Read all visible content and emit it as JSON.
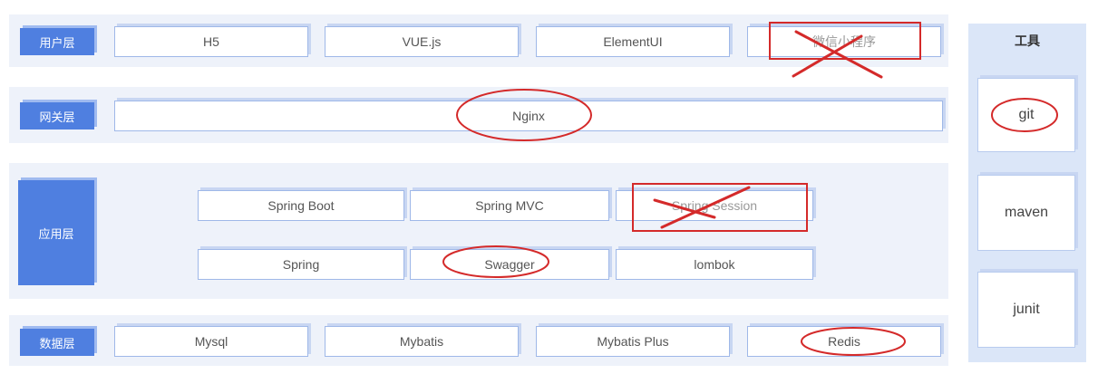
{
  "layers": {
    "user": {
      "label": "用户层",
      "items": [
        "H5",
        "VUE.js",
        "ElementUI",
        "微信小程序"
      ]
    },
    "gateway": {
      "label": "网关层",
      "items": [
        "Nginx"
      ]
    },
    "app": {
      "label": "应用层",
      "items": [
        "Spring Boot",
        "Spring MVC",
        "Spring Session",
        "Spring",
        "Swagger",
        "lombok"
      ]
    },
    "data": {
      "label": "数据层",
      "items": [
        "Mysql",
        "Mybatis",
        "Mybatis Plus",
        "Redis"
      ]
    }
  },
  "tools": {
    "title": "工具",
    "items": [
      "git",
      "maven",
      "junit"
    ]
  },
  "annotations": {
    "color": "#d42a2a",
    "circled": [
      "Nginx",
      "Swagger",
      "Redis",
      "git"
    ],
    "crossed_out": [
      "微信小程序",
      "Spring Session"
    ]
  }
}
